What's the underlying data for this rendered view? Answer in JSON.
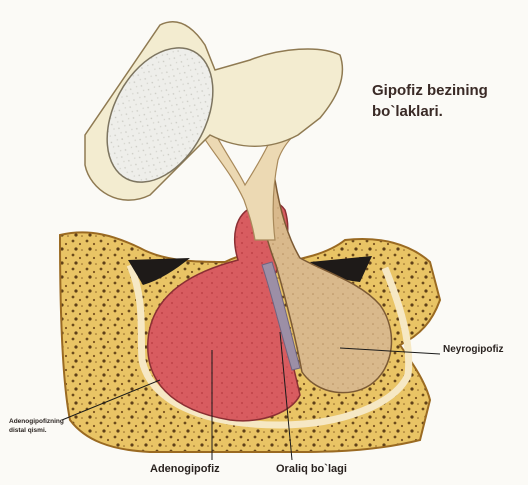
{
  "title": {
    "line1": "Gipofiz bezining",
    "line2": "bo`laklari."
  },
  "labels": {
    "neyrogipofiz": "Neyrogipofiz",
    "adenogipofiz": "Adenogipofiz",
    "oraliq": "Oraliq bo`lagi",
    "distal_line1": "Adenogipofizning",
    "distal_line2": "distal qismi."
  },
  "colors": {
    "bone": "#e7c063",
    "bone_dark": "#b6832b",
    "adenohypophysis": "#d95a5e",
    "neurohypophysis": "#d8b889",
    "stalk": "#ecd9b3",
    "cavity": "#1e1a18"
  }
}
